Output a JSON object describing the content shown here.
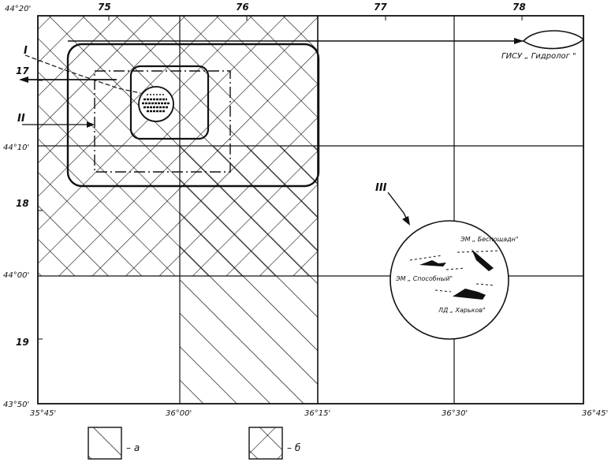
{
  "columns": [
    {
      "label": "75"
    },
    {
      "label": "76"
    },
    {
      "label": "77"
    },
    {
      "label": "78"
    }
  ],
  "rows": [
    {
      "label": "17"
    },
    {
      "label": "18"
    },
    {
      "label": "19"
    }
  ],
  "latitudes": [
    {
      "label": "44°20'"
    },
    {
      "label": "44°10'"
    },
    {
      "label": "44°00'"
    },
    {
      "label": "43°50'"
    }
  ],
  "longitudes": [
    {
      "label": "35°45'"
    },
    {
      "label": "36°00'"
    },
    {
      "label": "36°15'"
    },
    {
      "label": "36°30'"
    },
    {
      "label": "36°45'"
    }
  ],
  "markers": {
    "i": "I",
    "ii": "II",
    "iii": "III"
  },
  "vessels": {
    "gisu": "ГИСУ „ Гидролог \"",
    "em_bespokoiny": "ЭМ „ Беспощадн\"",
    "em_sposobny": "ЭМ „ Способный\"",
    "ld_kharkov": "ЛД „ Харьков\""
  },
  "legend": {
    "a": "– а",
    "b": "– б"
  }
}
